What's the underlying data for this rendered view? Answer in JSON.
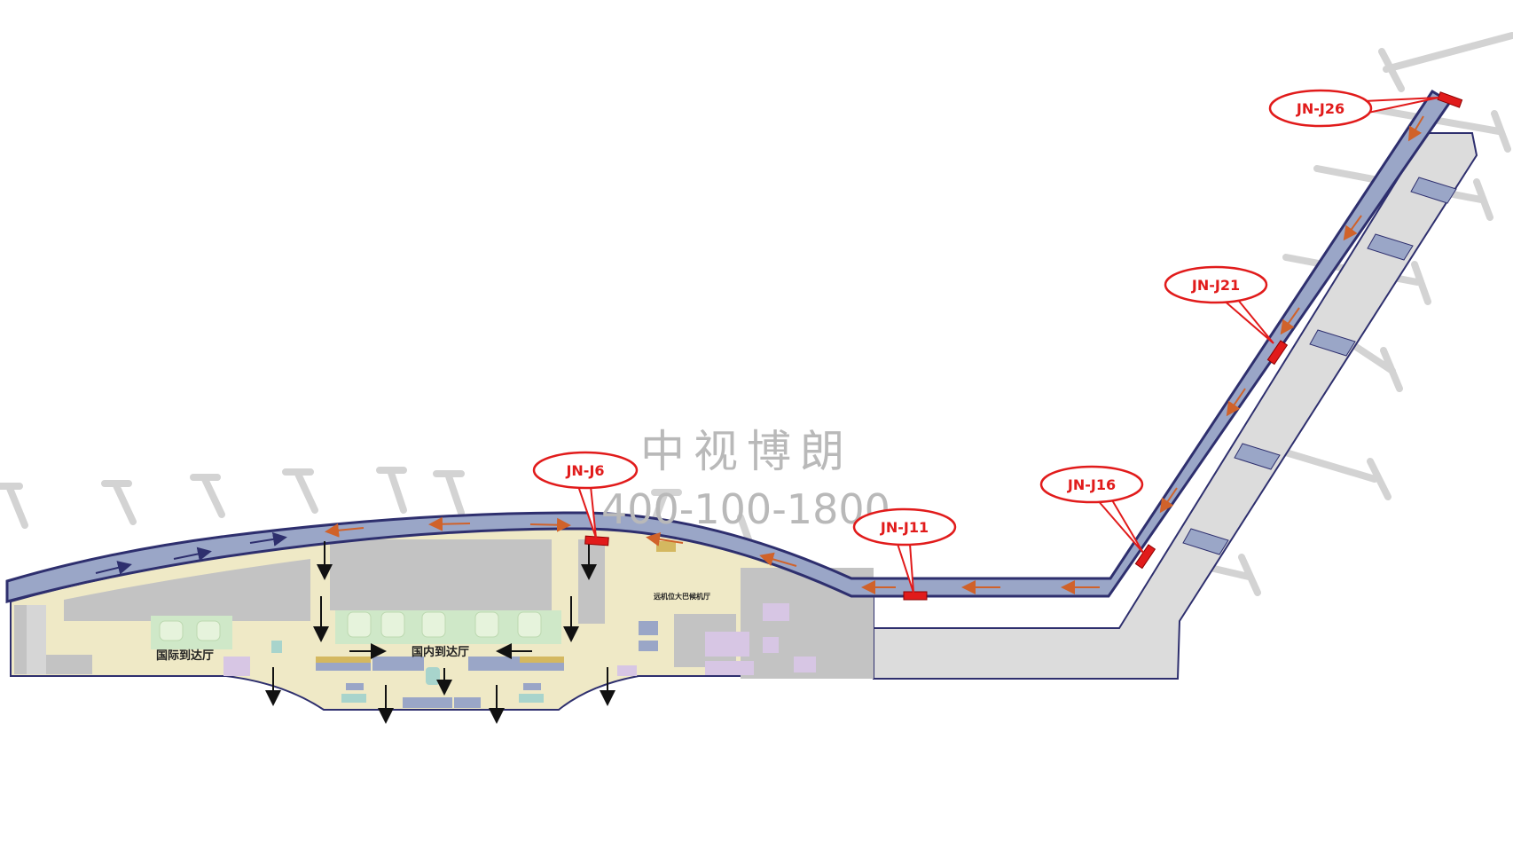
{
  "watermark": {
    "company": "中视博朗",
    "phone": "400-100-1800"
  },
  "halls": {
    "international_arrival": "国际到达厅",
    "domestic_arrival": "国内到达厅",
    "small_sign": "远机位大巴候机厅"
  },
  "ad_positions": [
    {
      "code": "JN-J6"
    },
    {
      "code": "JN-J11"
    },
    {
      "code": "JN-J16"
    },
    {
      "code": "JN-J21"
    },
    {
      "code": "JN-J26"
    }
  ],
  "colors": {
    "corridor": "#9aa6c7",
    "outline": "#2e2f6e",
    "building_floor": "#efe9c6",
    "building_grey": "#c3c3c3",
    "pier": "#dcdcdc",
    "marker_red": "#e11b1b",
    "flow_arrow": "#d0622a"
  }
}
